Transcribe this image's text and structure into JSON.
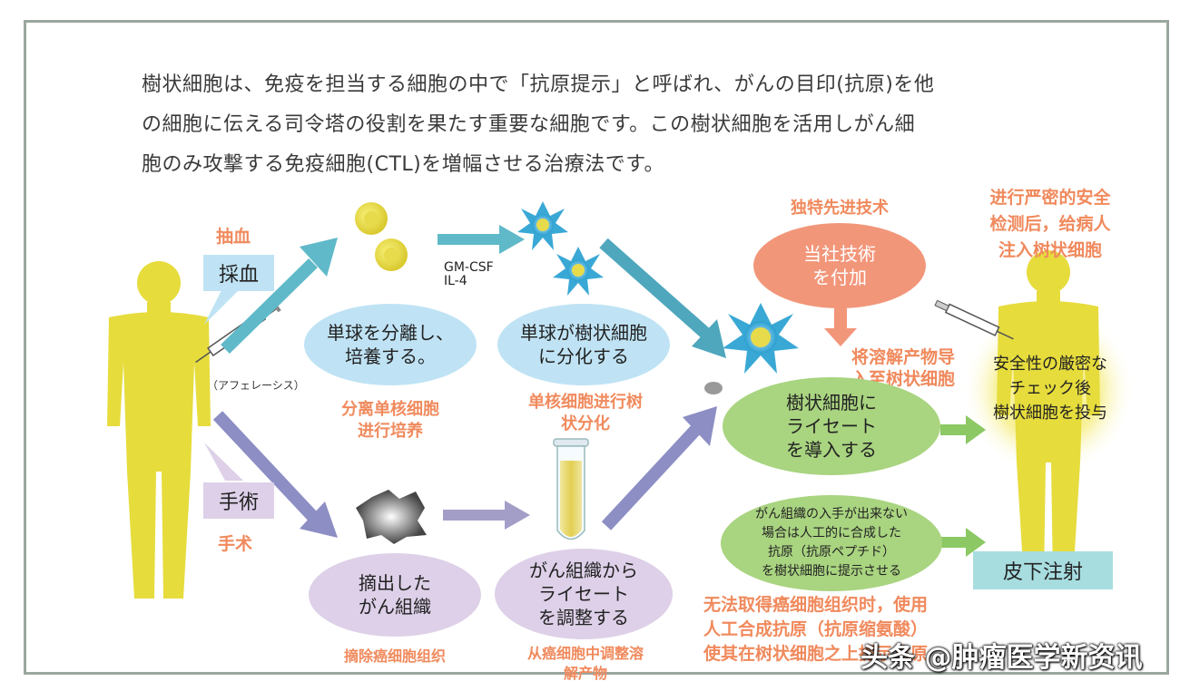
{
  "intro": {
    "line1": "樹状細胞は、免疫を担当する細胞の中で「抗原提示」と呼ばれ、がんの目印(抗原)を他",
    "line2": "の細胞に伝える司令塔の役割を果たす重要な細胞です。この樹状細胞を活用しがん細",
    "line3": "胞のみ攻撃する免疫細胞(CTL)を増幅させる治療法です。"
  },
  "blood": {
    "cn": "抽血",
    "jp": "採血",
    "apheresis": "（アフェレーシス）"
  },
  "surgery": {
    "jp": "手術",
    "cn": "手术"
  },
  "cytokine": {
    "line1": "GM-CSF",
    "line2": "IL-4"
  },
  "separate": {
    "jp": "単球を分離し、\n培養する。",
    "cn": "分离单核细胞\n进行培养"
  },
  "differentiate": {
    "jp": "単球が樹状細胞\nに分化する",
    "cn": "单核细胞进行树\n状分化"
  },
  "technology": {
    "cn": "独特先进技术",
    "jp": "当社技術\nを付加"
  },
  "lysate_import": {
    "cn": "将溶解产物导\n入至树状细胞",
    "jp": "樹状細胞に\nライセート\nを導入する"
  },
  "artificial": {
    "jp": "がん組織の入手が出来ない\n場合は人工的に合成した\n抗原（抗原ペプチド）\nを樹状細胞に提示させる",
    "cn": "无法取得癌细胞组织时，使用\n人工合成抗原（抗原缩氨酸）\n使其在树状细胞之上提示抗原"
  },
  "excise": {
    "jp": "摘出した\nがん組織",
    "cn": "摘除癌细胞组织"
  },
  "adjust": {
    "jp": "がん組織から\nライセート\nを調整する",
    "cn": "从癌细胞中调整溶\n解产物"
  },
  "administer": {
    "cn": "进行严密的安全\n检测后，给病人\n注入树状细胞",
    "jp": "安全性の厳密な\nチェック後\n樹状細胞を投与"
  },
  "injection": {
    "label": "皮下注射"
  },
  "watermark": "头条 @肿瘤医学新资讯",
  "colors": {
    "accent_text": "#f08a5d",
    "blue_ellipse": "#bfe3f4",
    "purple_ellipse": "#ddd0e8",
    "green_ellipse": "#a9d480",
    "red_ellipse": "#f2967a",
    "figure": "#e6dc3c"
  }
}
